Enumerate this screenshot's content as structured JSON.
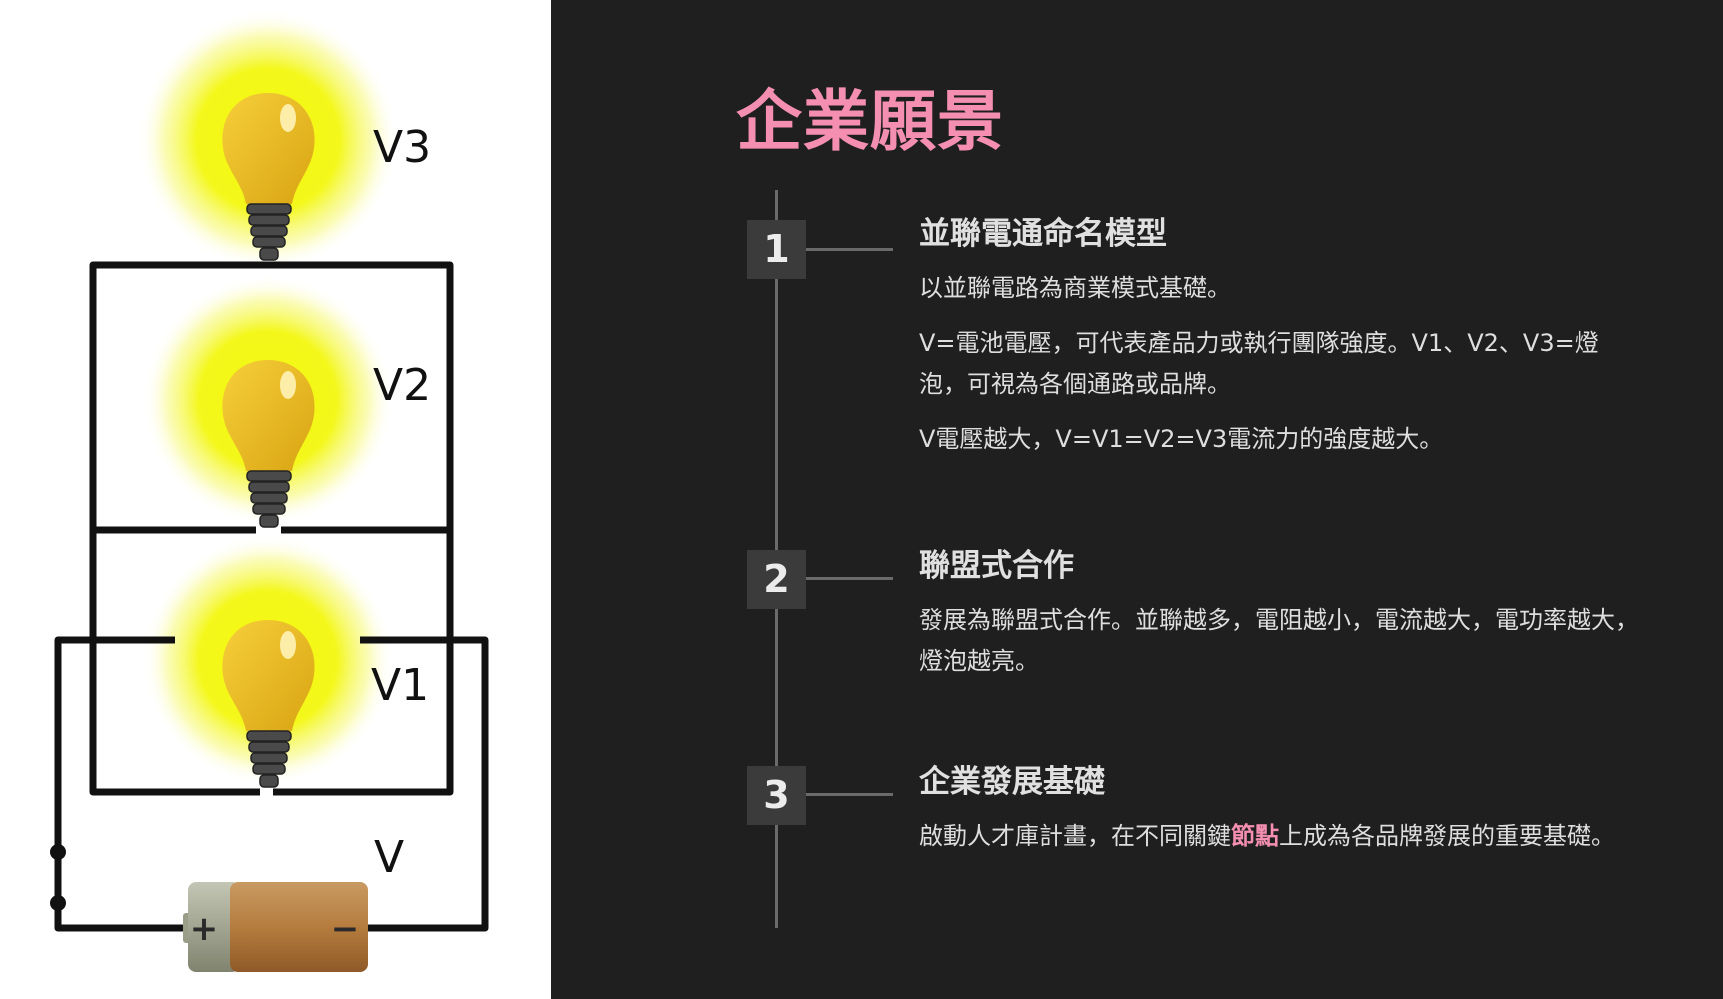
{
  "diagram": {
    "labels": {
      "v3": "V3",
      "v2": "V2",
      "v1": "V1",
      "v": "V"
    },
    "battery": {
      "plus": "+",
      "minus": "−"
    }
  },
  "slide": {
    "title": "企業願景",
    "steps": [
      {
        "number": "1",
        "heading": "並聯電通命名模型",
        "paragraphs": [
          "以並聯電路為商業模式基礎。",
          "V=電池電壓，可代表產品力或執行團隊強度。V1、V2、V3=燈泡，可視為各個通路或品牌。",
          "V電壓越大，V=V1=V2=V3電流力的強度越大。"
        ]
      },
      {
        "number": "2",
        "heading": "聯盟式合作",
        "paragraphs": [
          "發展為聯盟式合作。並聯越多，電阻越小，電流越大，電功率越大，燈泡越亮。"
        ]
      },
      {
        "number": "3",
        "heading": "企業發展基礎",
        "paragraph_before": "啟動人才庫計畫，在不同關鍵",
        "highlight": "節點",
        "paragraph_after": "上成為各品牌發展的重要基礎。"
      }
    ]
  },
  "colors": {
    "accent": "#f48fb1",
    "background": "#1f1f1f",
    "badge": "#3b3b3b",
    "text": "#e6e6e6",
    "bulb": "#e9b81e",
    "glow": "#f3f70f"
  }
}
